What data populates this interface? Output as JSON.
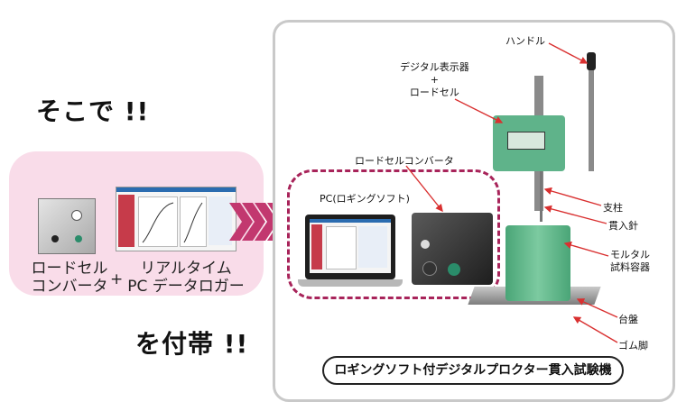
{
  "left": {
    "heading_top": "そこで !!",
    "heading_bottom": "を付帯 !!",
    "label_converter": "ロードセル\nコンバータ",
    "plus": "+",
    "label_logger": "リアルタイム\nPC データロガー"
  },
  "callouts": {
    "handle": "ハンドル",
    "display": "デジタル表示器\n+\nロードセル",
    "converter": "ロードセルコンバータ",
    "pc": "PC(ロギングソフト)",
    "pillar": "支柱",
    "needle": "貫入針",
    "container": "モルタル\n試料容器",
    "base": "台盤",
    "feet": "ゴム脚"
  },
  "caption": "ロギングソフト付デジタルプロクター貫入試験機",
  "colors": {
    "pink": "#f9dce9",
    "magenta": "#a8245a",
    "green": "#5fb38a",
    "arrow": "#d93030"
  }
}
